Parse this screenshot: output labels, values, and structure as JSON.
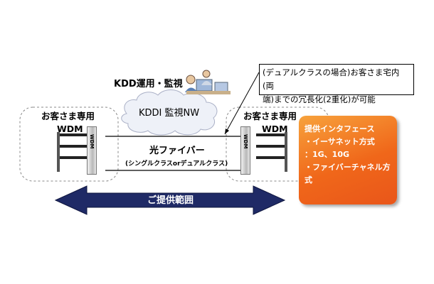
{
  "labels": {
    "operation": "KDD運用・監視",
    "cloud": "KDDI 監視NW",
    "left_site": "お客さま専用",
    "right_site": "お客さま専用",
    "left_wdm": "WDM",
    "right_wdm": "WDM",
    "device_text": "WDM",
    "fiber": "光ファイバー",
    "fiber_sub": "(シングルクラスorデュアルクラス)",
    "scope": "ご提供範囲"
  },
  "callout": {
    "line1": "(デュアルクラスの場合)お客さま宅内(両",
    "line2": "端)までの冗長化(2重化)が可能"
  },
  "features": {
    "title": "提供インタフェース",
    "item1": "・イーサネット方式",
    "item2": "：1G、10G",
    "item3": "・ファイバーチャネル方",
    "item4": "式"
  },
  "colors": {
    "arrow": "#1f2a66",
    "feature_box": "#f0671a",
    "cloud_fill": "#eef1f8"
  }
}
